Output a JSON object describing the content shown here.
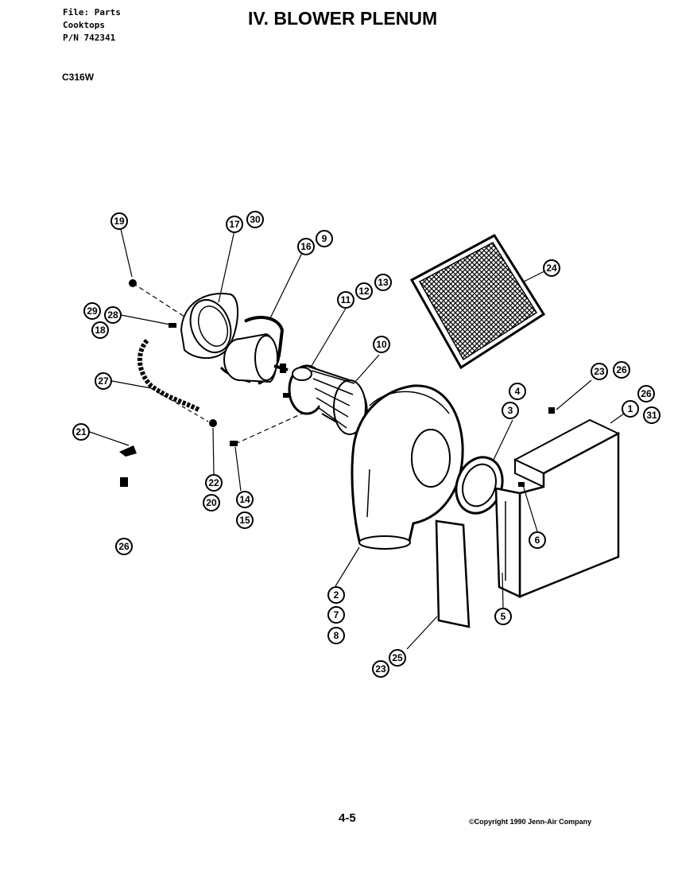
{
  "header": {
    "file_line": "File: Parts",
    "category_line": "Cooktops",
    "pn_line": "P/N 742341"
  },
  "title": "IV. BLOWER PLENUM",
  "model": "C316W",
  "page_number": "4-5",
  "copyright": "©Copyright 1990 Jenn-Air Company",
  "callouts": [
    "19",
    "17",
    "30",
    "16",
    "9",
    "29",
    "28",
    "18",
    "11",
    "12",
    "13",
    "10",
    "24",
    "27",
    "21",
    "22",
    "20",
    "14",
    "15",
    "26",
    "4",
    "3",
    "23",
    "26",
    "26",
    "1",
    "31",
    "6",
    "2",
    "7",
    "8",
    "5",
    "23",
    "25"
  ]
}
